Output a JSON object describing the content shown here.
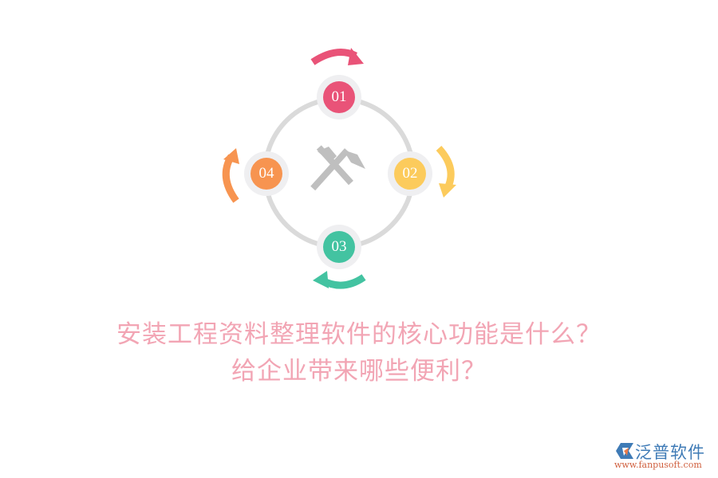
{
  "diagram": {
    "center_icon": "crossed-hammers-icon",
    "ring_color": "#dadada",
    "nodes": [
      {
        "label": "01",
        "color": "#e95378",
        "arrow": "curved-arrow-right-icon"
      },
      {
        "label": "02",
        "color": "#fccb5c",
        "arrow": "curved-arrow-down-icon"
      },
      {
        "label": "03",
        "color": "#43c3a1",
        "arrow": "curved-arrow-left-icon"
      },
      {
        "label": "04",
        "color": "#f79450",
        "arrow": "curved-arrow-up-icon"
      }
    ]
  },
  "title": {
    "line1": "安装工程资料整理软件的核心功能是什么？",
    "line2": "给企业带来哪些便利？",
    "color": "#f2a5b4"
  },
  "logo": {
    "name": "泛普软件",
    "url": "www.fanpusoft.com"
  }
}
